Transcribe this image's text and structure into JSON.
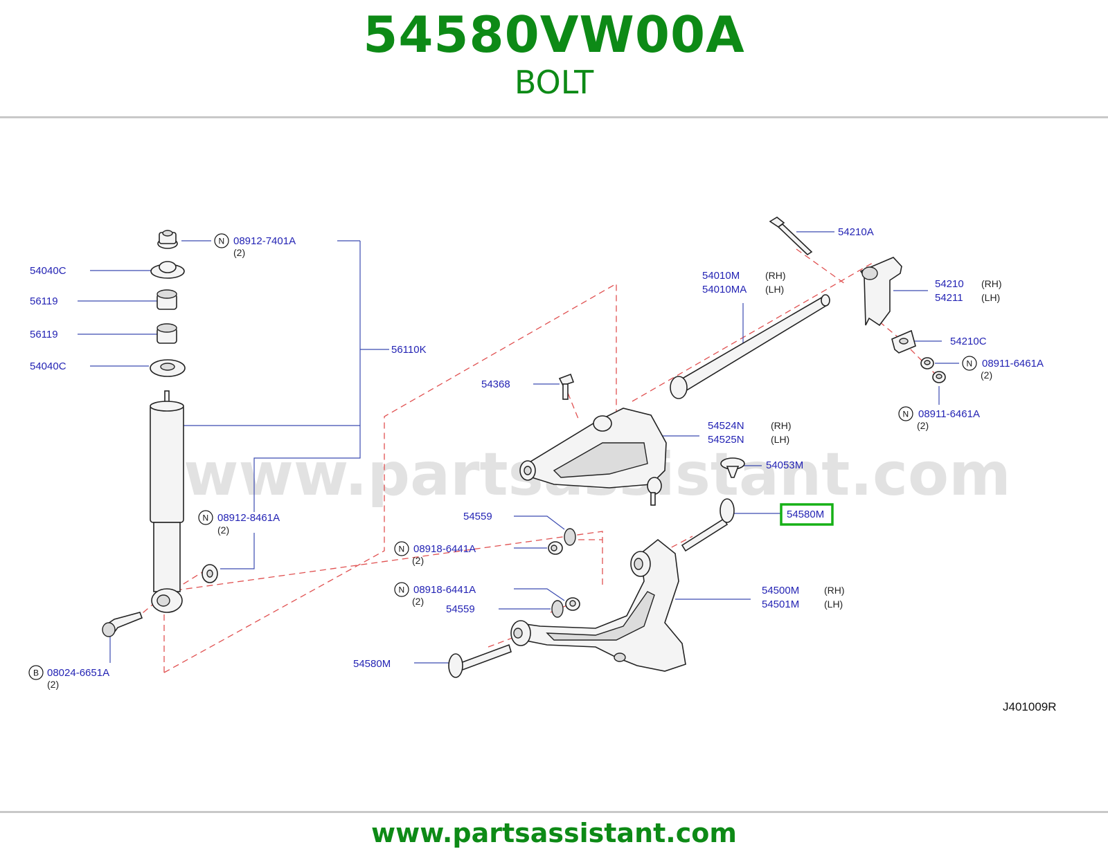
{
  "header": {
    "part_number": "54580VW00A",
    "part_name": "BOLT"
  },
  "footer": {
    "website": "www.partsassistant.com"
  },
  "watermark": "www.partsassistant.com",
  "diagram_code": "J401009R",
  "highlight_color": "#16b016",
  "callouts": {
    "c1": {
      "code": "08912-7401A",
      "prefix": "N",
      "qty": "(2)"
    },
    "c2": {
      "code": "54040C"
    },
    "c3": {
      "code": "56119"
    },
    "c4": {
      "code": "56119"
    },
    "c5": {
      "code": "54040C"
    },
    "c6": {
      "code": "56110K"
    },
    "c7": {
      "code": "08912-8461A",
      "prefix": "N",
      "qty": "(2)"
    },
    "c8": {
      "code": "08024-6651A",
      "prefix": "B",
      "qty": "(2)"
    },
    "c9": {
      "code": "54210A"
    },
    "c10": {
      "code": "54010M",
      "side": "(RH)"
    },
    "c11": {
      "code": "54010MA",
      "side": "(LH)"
    },
    "c12": {
      "code": "54210",
      "side": "(RH)"
    },
    "c13": {
      "code": "54211",
      "side": "(LH)"
    },
    "c14": {
      "code": "54210C"
    },
    "c15": {
      "code": "08911-6461A",
      "prefix": "N",
      "qty": "(2)"
    },
    "c16": {
      "code": "08911-6461A",
      "prefix": "N",
      "qty": "(2)"
    },
    "c17": {
      "code": "54368"
    },
    "c18": {
      "code": "54524N",
      "side": "(RH)"
    },
    "c19": {
      "code": "54525N",
      "side": "(LH)"
    },
    "c20": {
      "code": "54053M"
    },
    "c21": {
      "code": "54580M",
      "highlighted": true
    },
    "c22": {
      "code": "54559"
    },
    "c23": {
      "code": "08918-6441A",
      "prefix": "N",
      "qty": "(2)"
    },
    "c24": {
      "code": "08918-6441A",
      "prefix": "N",
      "qty": "(2)"
    },
    "c25": {
      "code": "54559"
    },
    "c26": {
      "code": "54500M",
      "side": "(RH)"
    },
    "c27": {
      "code": "54501M",
      "side": "(LH)"
    },
    "c28": {
      "code": "54580M"
    }
  }
}
